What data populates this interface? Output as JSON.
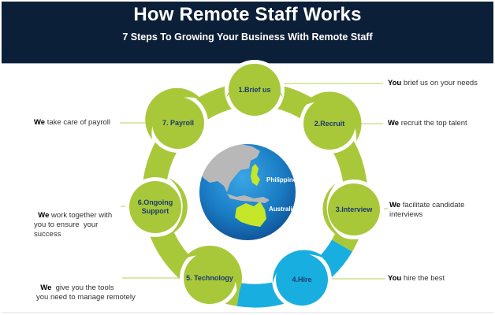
{
  "header": {
    "title": "How Remote Staff Works",
    "subtitle": "7 Steps To Growing Your Business With Remote Staff"
  },
  "colors": {
    "header_bg": "#0c1f38",
    "ring_green": "#a8c83a",
    "ring_blue": "#19aee0",
    "step_text": "#1a3a6e",
    "connector_line": "#b9d66a",
    "globe_blue": "#1a7cc4",
    "land_grey": "#b8b8b8",
    "highlight_land": "#c6e62a"
  },
  "steps": [
    {
      "label_lines": [
        "1.Brief us"
      ],
      "subject": "You",
      "description": "brief us on your needs",
      "color": "green"
    },
    {
      "label_lines": [
        "2.Recruit"
      ],
      "subject": "We",
      "description": "recruit the top talent",
      "color": "green"
    },
    {
      "label_lines": [
        "3.Interview"
      ],
      "subject": "We",
      "description": "facilitate candidate interviews",
      "color": "green"
    },
    {
      "label_lines": [
        "4.Hire"
      ],
      "subject": "You",
      "description": "hire the best",
      "color": "blue"
    },
    {
      "label_lines": [
        "5. Technology"
      ],
      "subject": "We",
      "description": "give you the tools you need to manage remotely",
      "color": "green"
    },
    {
      "label_lines": [
        "6.Ongoing",
        "Support"
      ],
      "subject": "We",
      "description": "work together with you to ensure  your success",
      "color": "green"
    },
    {
      "label_lines": [
        "7. Payroll"
      ],
      "subject": "We",
      "description": "take care of payroll",
      "color": "green"
    }
  ],
  "descriptions": {
    "d1": {
      "subject": "You",
      "line1": " brief us on your needs"
    },
    "d2": {
      "subject": "We",
      "line1": " recruit the top talent"
    },
    "d3": {
      "subject": "We",
      "line1": " facilitate candidate",
      "line2": "interviews"
    },
    "d4": {
      "subject": "You",
      "line1": " hire the best"
    },
    "d5": {
      "subject": "We",
      "line1": "  give you the tools",
      "line2": "you need to manage remotely"
    },
    "d6": {
      "subject": "We",
      "line1": " work together with",
      "line2": "you to ensure  your",
      "line3": "success"
    },
    "d7": {
      "subject": "We",
      "line1": " take care of payroll"
    }
  },
  "globe": {
    "labels": [
      "Philippines",
      "Australia"
    ]
  }
}
